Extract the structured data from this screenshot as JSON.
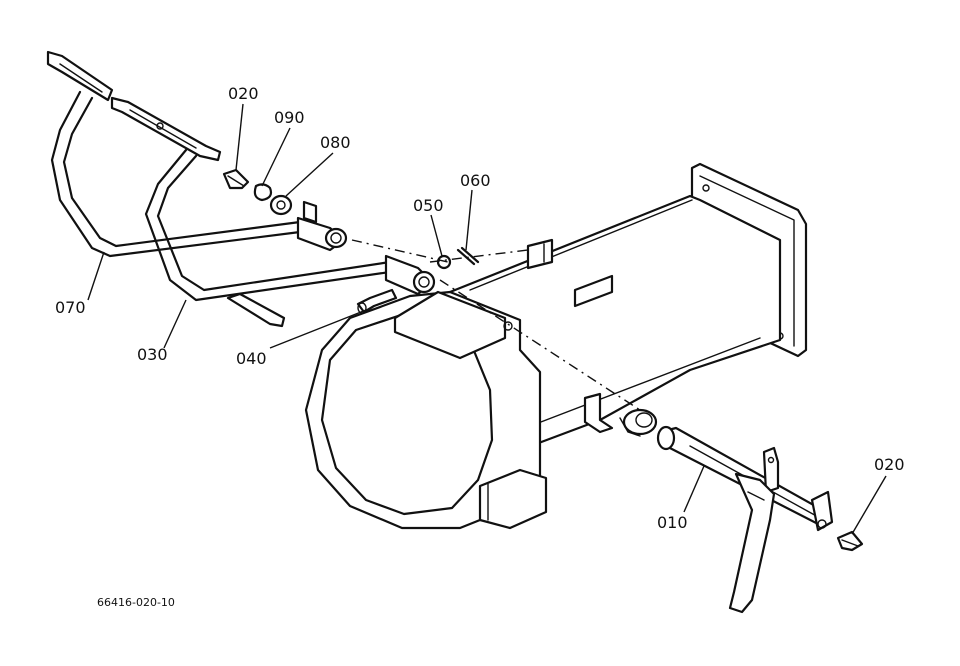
{
  "labels": {
    "p020a": "020",
    "p090": "090",
    "p080": "080",
    "p060": "060",
    "p050": "050",
    "p070": "070",
    "p030": "030",
    "p040": "040",
    "p010": "010",
    "p020b": "020"
  },
  "drawing_ref": "66416-020-10"
}
